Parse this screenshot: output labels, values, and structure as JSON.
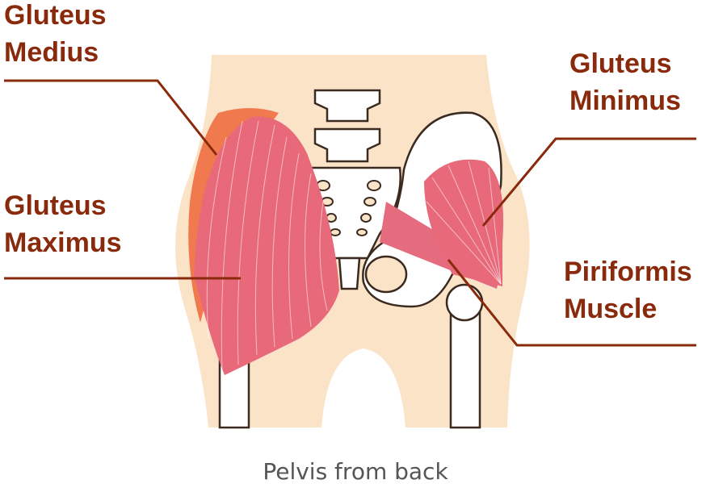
{
  "labels": {
    "gluteus_medius": [
      "Gluteus",
      "Medius"
    ],
    "gluteus_maximus": [
      "Gluteus",
      "Maximus"
    ],
    "gluteus_minimus": [
      "Gluteus",
      "Minimus"
    ],
    "piriformis": [
      "Piriformis",
      "Muscle"
    ]
  },
  "caption": "Pelvis from back",
  "colors": {
    "label": "#8a2a0c",
    "skin": "#fbe3c8",
    "muscle": "#e8697a",
    "medius": "#f07a4e"
  }
}
